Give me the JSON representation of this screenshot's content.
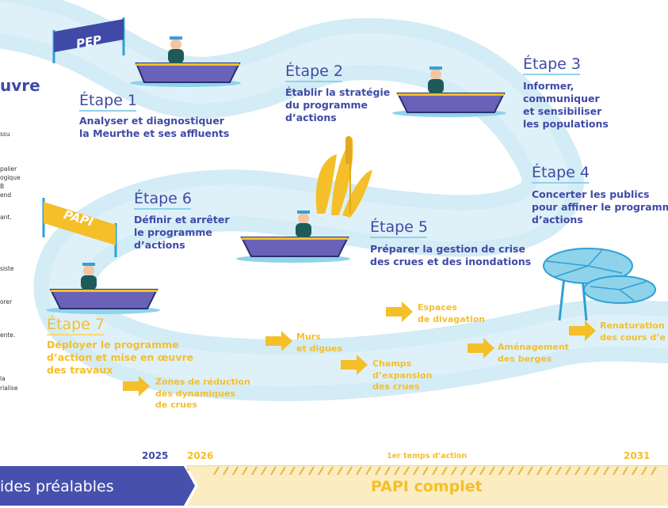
{
  "header": {
    "title_fragment": "uvre"
  },
  "side_text": [
    "ssu",
    "palier",
    "ogique",
    "B",
    "end",
    "ant.",
    "siste",
    "orer",
    "ente.",
    "la",
    "rialise"
  ],
  "flags": {
    "start": "PEP",
    "mid": "PAPI"
  },
  "steps": [
    {
      "label": "Étape 1",
      "text": "Analyser et diagnostiquer\nla Meurthe et ses affluents"
    },
    {
      "label": "Étape 2",
      "text": "Établir la stratégie\ndu programme\nd’actions"
    },
    {
      "label": "Étape 3",
      "text": "Informer,\ncommuniquer\net sensibiliser\nles populations"
    },
    {
      "label": "Étape 4",
      "text": "Concerter les publics\npour affiner le programme\nd’actions"
    },
    {
      "label": "Étape 5",
      "text": "Préparer la gestion de crise\ndes crues et des inondations"
    },
    {
      "label": "Étape 6",
      "text": "Définir et arrêter\nle programme\nd’actions"
    },
    {
      "label": "Étape 7",
      "text": "Déployer le programme\nd’action et mise en œuvre\ndes travaux"
    }
  ],
  "actions": [
    "Zones de réduction\ndes dynamiques\nde crues",
    "Murs\net digues",
    "Champs\nd’expansion\ndes crues",
    "Espaces\nde divagation",
    "Aménagement\ndes berges",
    "Renaturation\ndes cours d’e"
  ],
  "timeline": {
    "years": [
      "2025",
      "2026",
      "2031"
    ],
    "first_phase": "1er temps d’action",
    "bar_left": "ides préalables",
    "bar_right": "PAPI complet"
  },
  "colors": {
    "river": "#cfe9f4",
    "navy": "#3f4aa6",
    "yellow": "#f5bf2a",
    "boat": "#6a62b8",
    "water": "#2f9fd6"
  },
  "icons": [
    "boat-icon",
    "person-icon",
    "flag-icon",
    "arrow-icon",
    "reed-icon",
    "lily-pad-icon"
  ]
}
